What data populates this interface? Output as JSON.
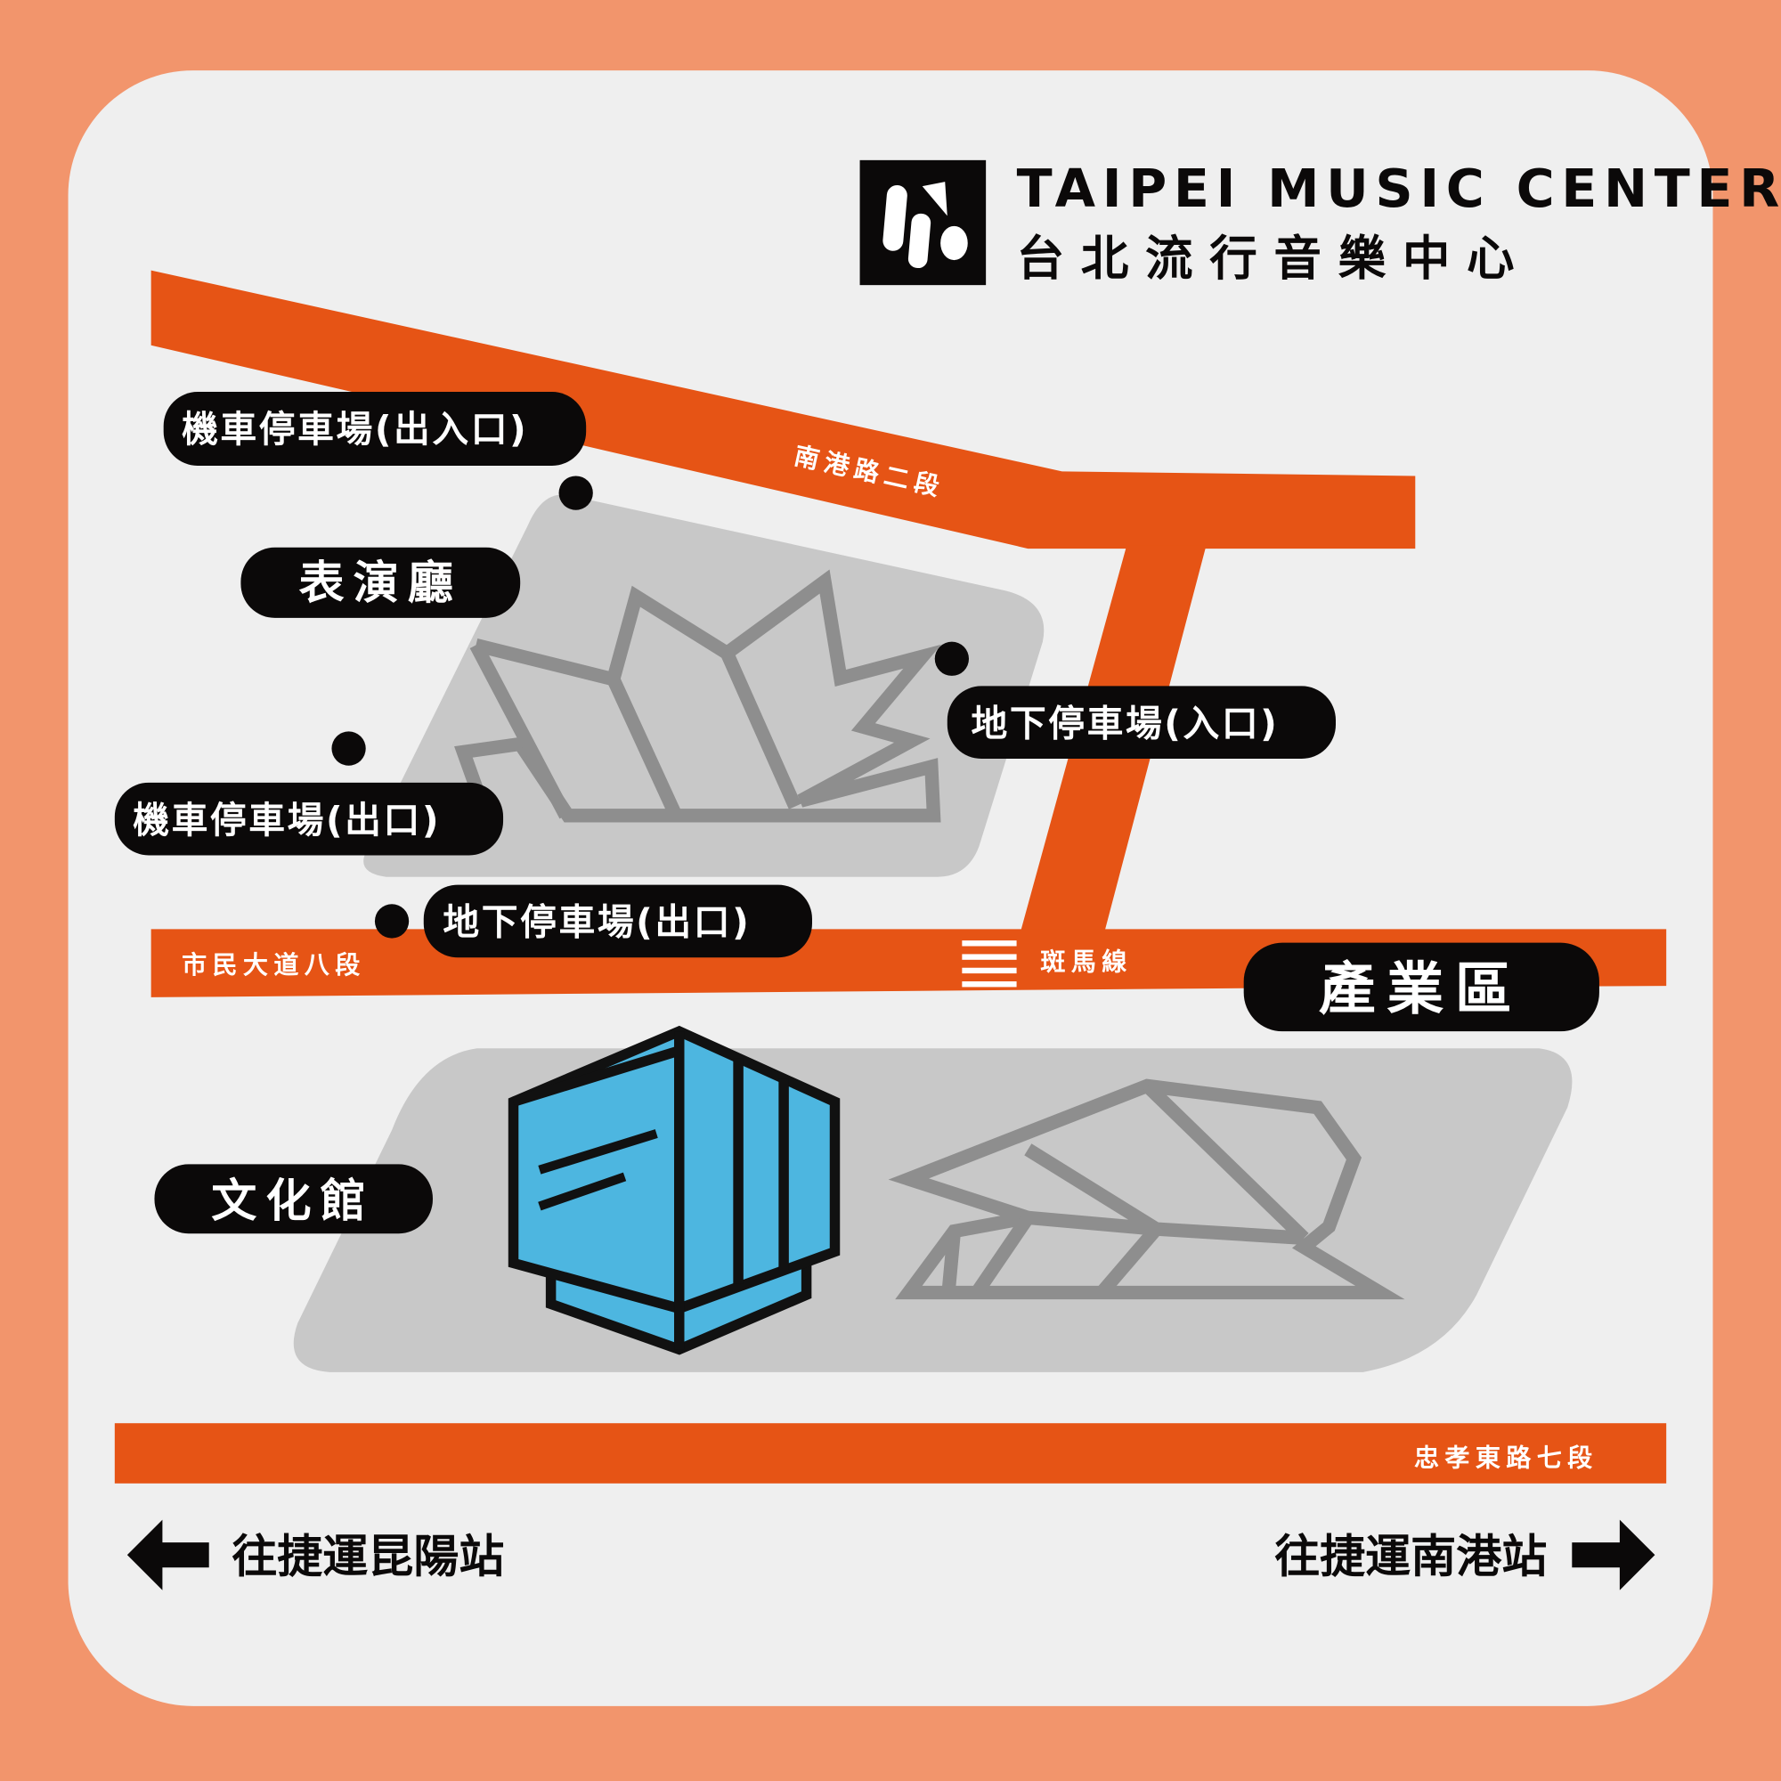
{
  "logo": {
    "en": "TAIPEI MUSIC CENTER",
    "zh": "台 北 流 行 音 樂 中 心"
  },
  "roads": {
    "nangang": "南港路二段",
    "shimin": "市民大道八段",
    "zhongxiao": "忠孝東路七段",
    "crosswalk": "斑馬線"
  },
  "labels": {
    "moto_in_out": "機車停車場(出入口)",
    "performance_hall": "表演廳",
    "underground_in": "地下停車場(入口)",
    "moto_out": "機車停車場(出口)",
    "underground_out": "地下停車場(出口)",
    "industry_zone": "產業區",
    "culture_hall": "文化館"
  },
  "directions": {
    "left": "往捷運昆陽站",
    "right": "往捷運南港站"
  },
  "colors": {
    "background": "#F2956C",
    "card": "#EFEFEF",
    "road": "#E65415",
    "plot": "#C8C8C8",
    "building": "#8E8E8E",
    "cube": "#4DB6E0"
  }
}
